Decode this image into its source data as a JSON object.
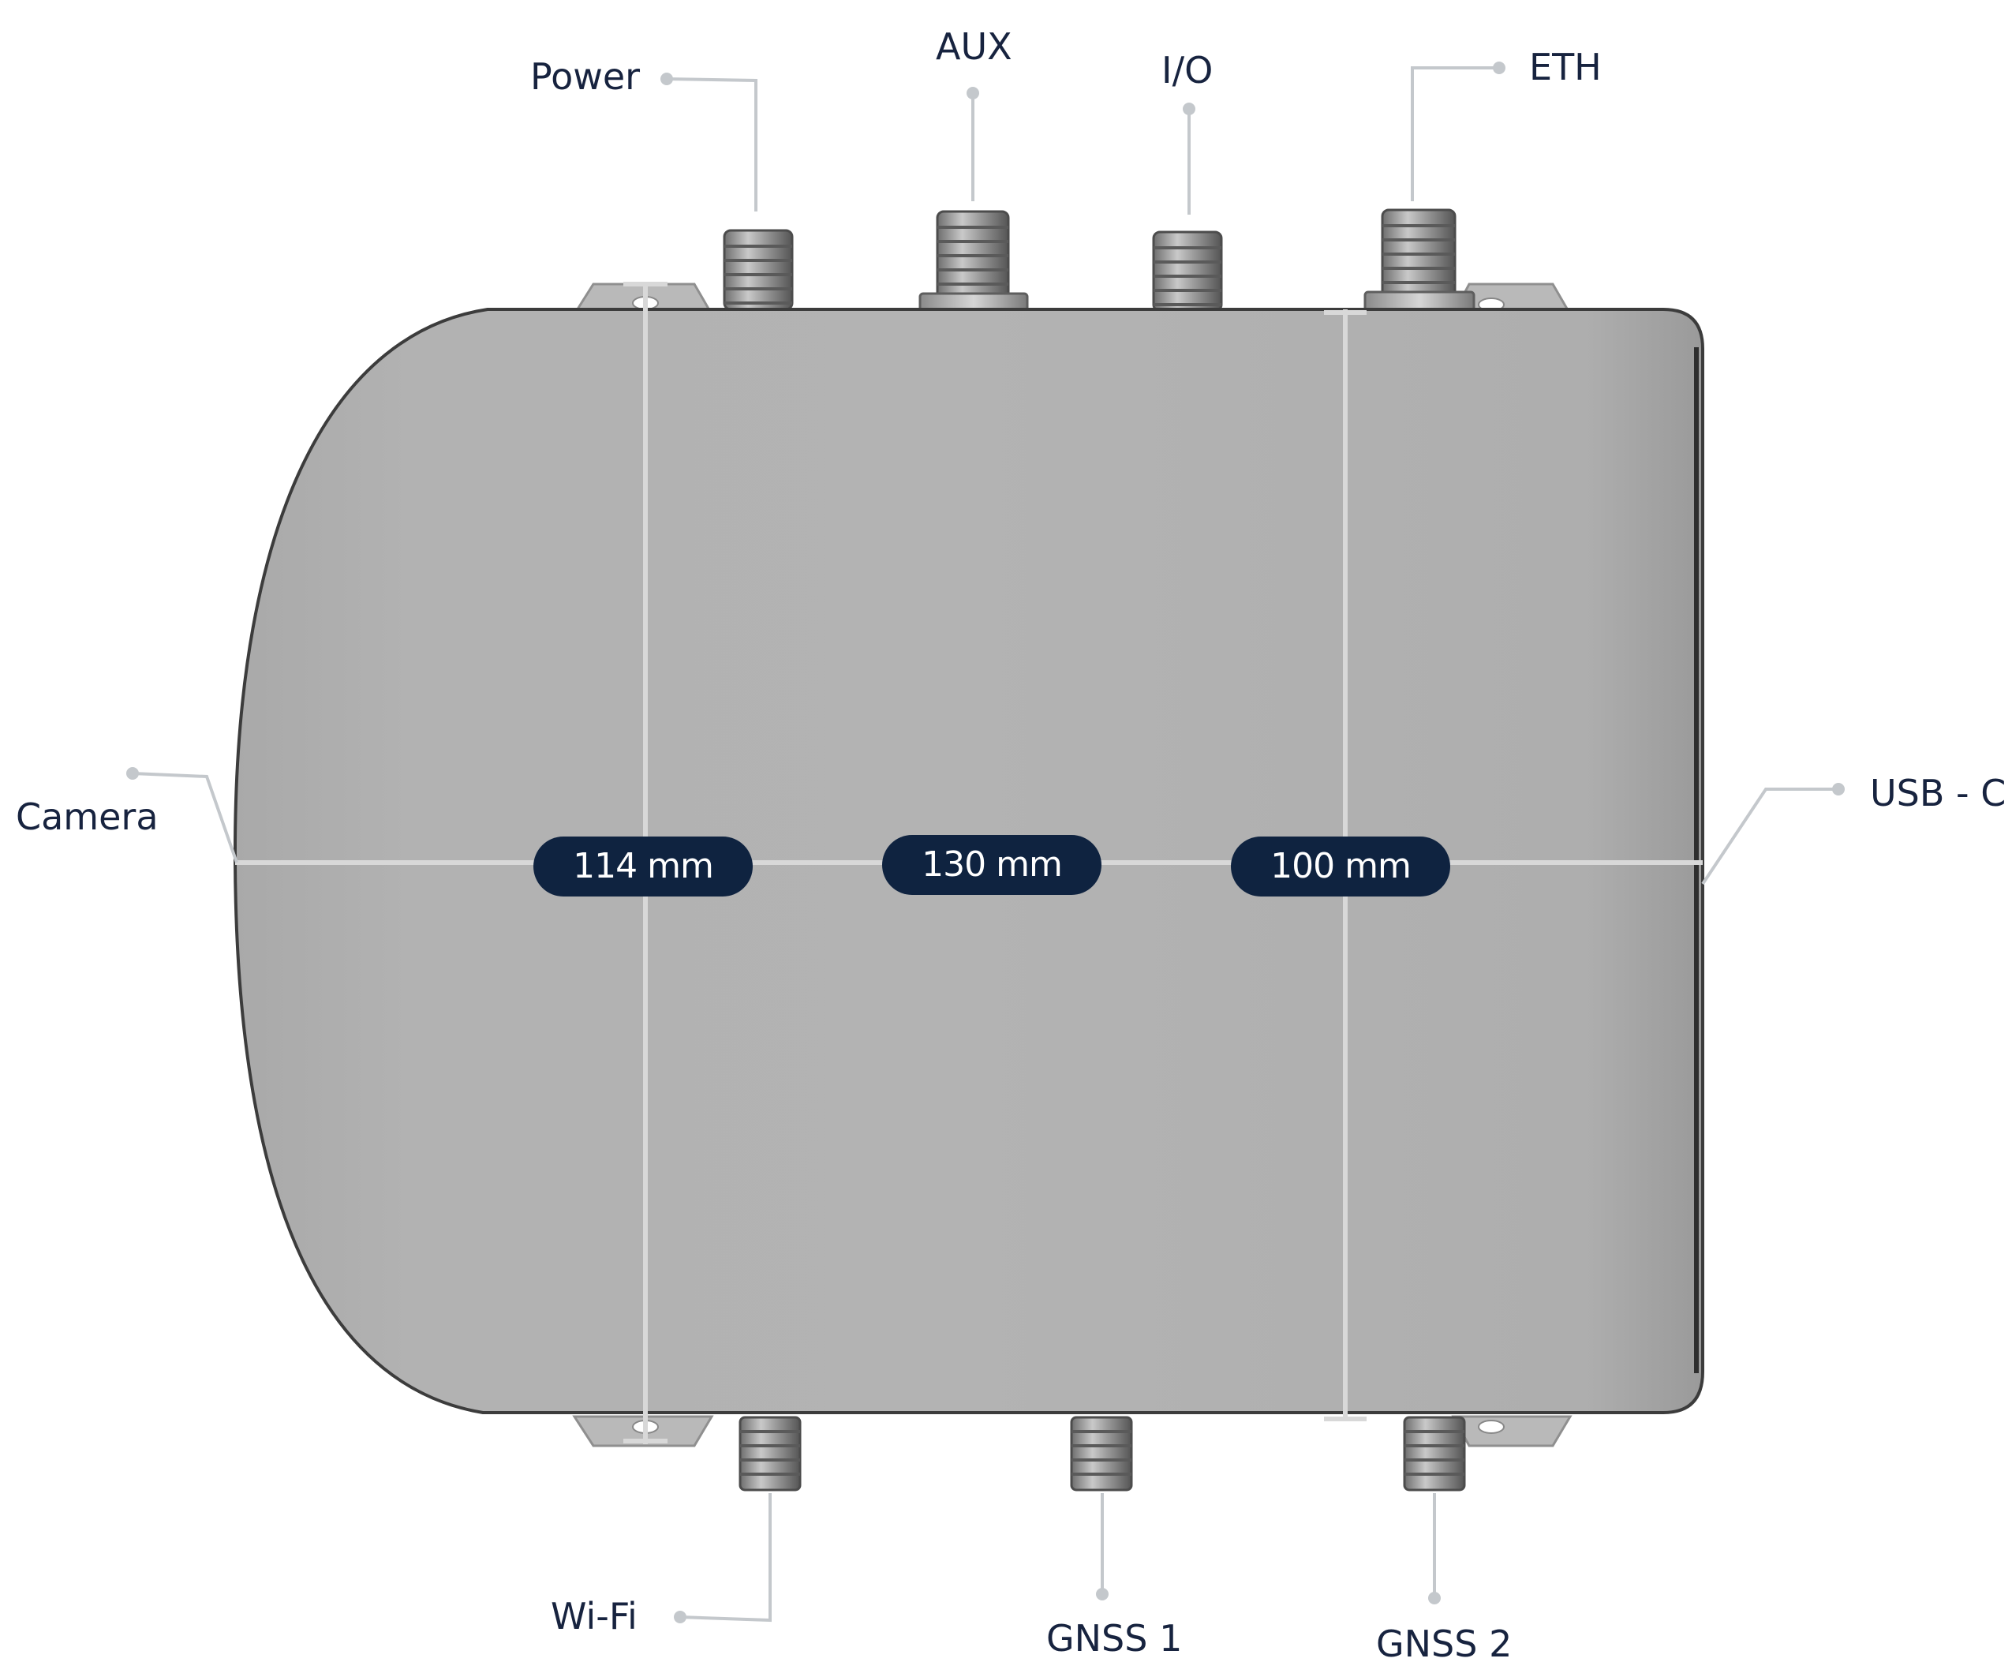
{
  "colors": {
    "background": "#ffffff",
    "label_text": "#17233f",
    "pill_background": "#0f2340",
    "pill_text": "#ffffff",
    "leader_line": "#c4c8cc",
    "enclosure": "#b0b0b0"
  },
  "ports": {
    "power": "Power",
    "aux": "AUX",
    "io": "I/O",
    "eth": "ETH",
    "camera": "Camera",
    "usb_c": "USB - C",
    "wifi": "Wi-Fi",
    "gnss1": "GNSS 1",
    "gnss2": "GNSS 2"
  },
  "dimensions": {
    "d1": "114 mm",
    "d2": "130 mm",
    "d3": "100 mm"
  }
}
